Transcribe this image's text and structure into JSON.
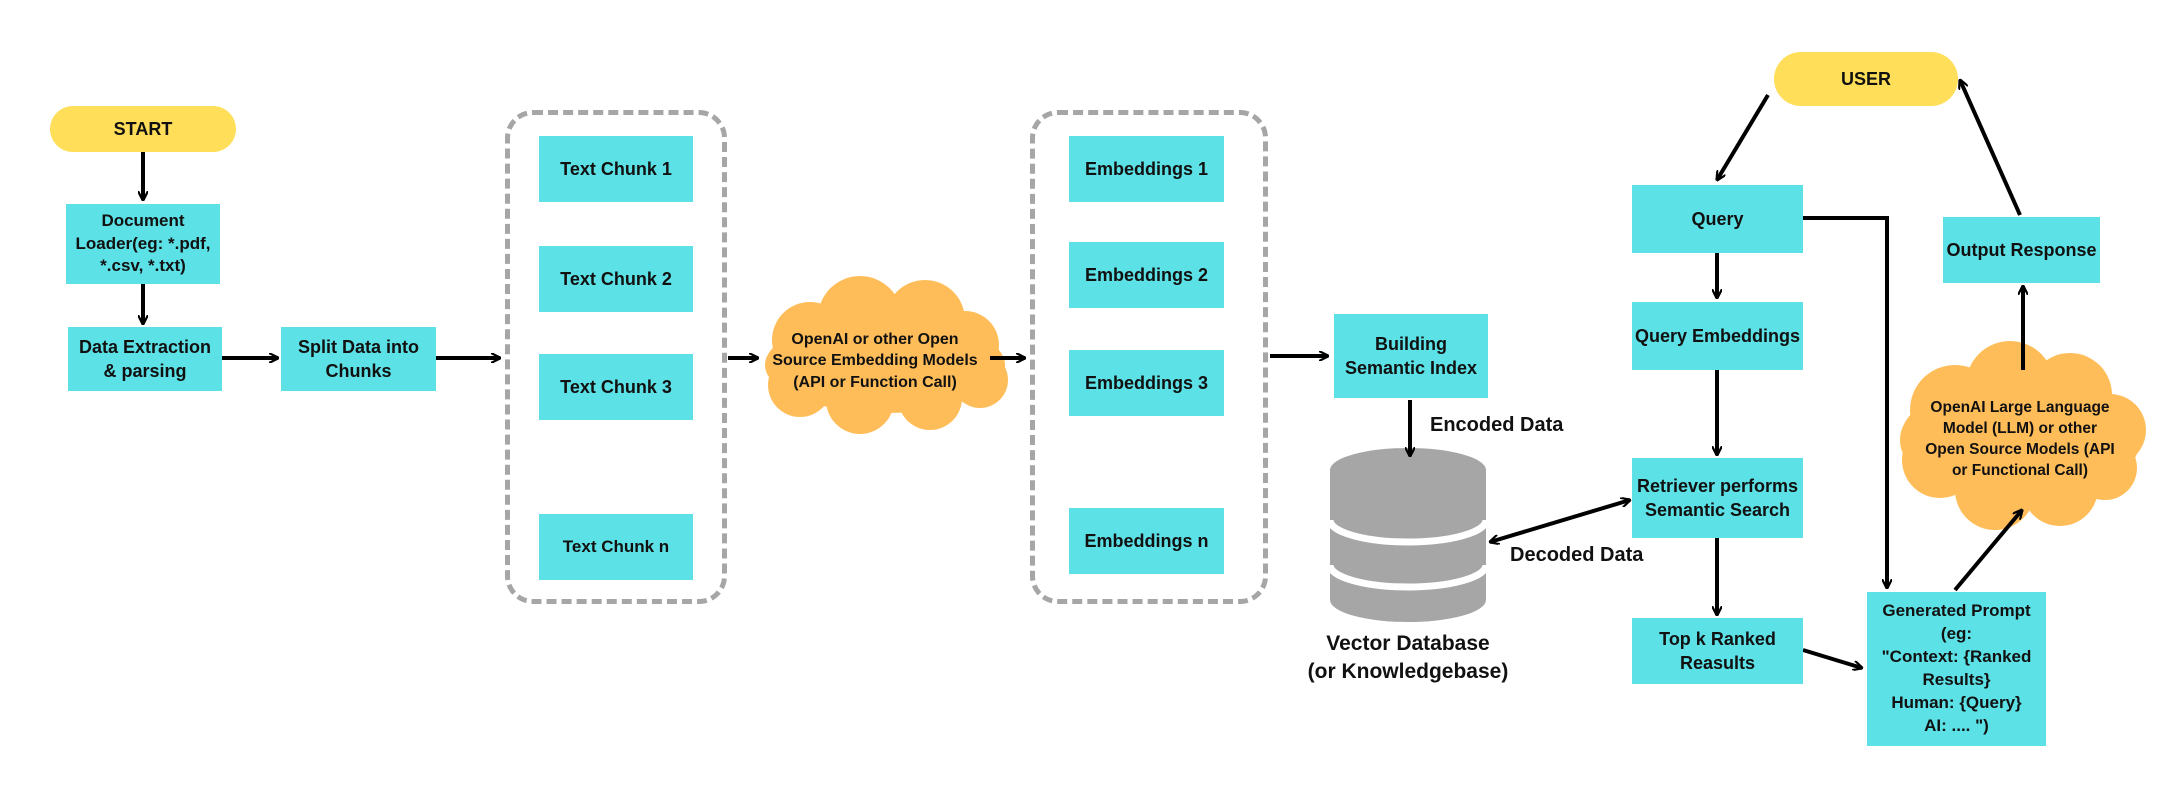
{
  "colors": {
    "box": "#5ce1e6",
    "terminal": "#ffde59",
    "cloud": "#ffbd59",
    "database": "#a6a6a6",
    "dashed_group": "#a6a6a6",
    "arrow": "#000000"
  },
  "nodes": {
    "start": "START",
    "document_loader": "Document\nLoader(eg: *.pdf,\n*.csv, *.txt)",
    "data_extraction": "Data Extraction\n& parsing",
    "split_data": "Split Data into\nChunks",
    "text_chunk_1": "Text Chunk 1",
    "text_chunk_2": "Text Chunk 2",
    "text_chunk_3": "Text Chunk 3",
    "text_chunk_n": "Text Chunk n",
    "embedding_model": "OpenAI or other Open\nSource Embedding Models\n(API or Function Call)",
    "embeddings_1": "Embeddings 1",
    "embeddings_2": "Embeddings 2",
    "embeddings_3": "Embeddings 3",
    "embeddings_n": "Embeddings n",
    "semantic_index": "Building\nSemantic Index",
    "vector_database": "Vector Database\n(or Knowledgebase)",
    "user": "USER",
    "query": "Query",
    "query_embeddings": "Query Embeddings",
    "retriever": "Retriever performs\nSemantic Search",
    "top_k": "Top k Ranked\nReasults",
    "generated_prompt": "Generated Prompt\n(eg:\n\"Context: {Ranked\nResults}\nHuman: {Query}\nAI: .... \")",
    "llm": "OpenAI Large Language\nModel (LLM) or other\nOpen Source Models (API\nor Functional Call)",
    "output_response": "Output Response"
  },
  "edge_labels": {
    "encoded_data": "Encoded Data",
    "decoded_data": "Decoded Data"
  },
  "icons": {
    "database": "database-cylinder-icon",
    "cloud": "cloud-shape-icon"
  }
}
